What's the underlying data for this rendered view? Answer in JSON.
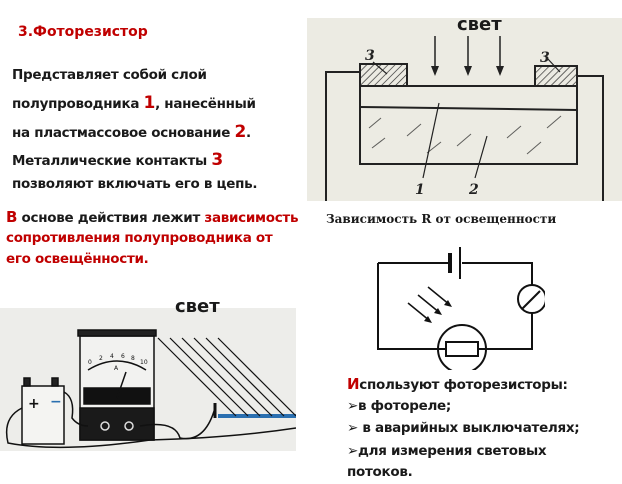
{
  "title": "3.Фоторезистор",
  "description": {
    "line1": "Представляет собой слой",
    "line2_a": "полупроводника ",
    "line2_num": "1",
    "line2_b": ", нанесённый",
    "line3_a": "на пластмассовое основание ",
    "line3_num": "2",
    "line3_b": ".",
    "line4_a": "Металлические  контакты ",
    "line4_num": "3",
    "line5": "позволяют включать его в цепь."
  },
  "principle": {
    "first_letter": "В",
    "text_a": " основе действия лежит ",
    "text_red1": "зависимость",
    "line2": "сопротивления полупроводника от",
    "line3": "его освещённости."
  },
  "structure_diagram": {
    "light_label": "свет",
    "contact_label_left": "3",
    "contact_label_right": "3",
    "semiconductor_label": "1",
    "base_label": "2"
  },
  "circuit_caption": "Зависимость R от освещенности",
  "experiment_image": {
    "light_label": "свет",
    "scale_ticks": [
      "0",
      "2",
      "4",
      "6",
      "8",
      "10"
    ],
    "unit": "A",
    "plus": "+",
    "minus": "−"
  },
  "uses": {
    "first_letter": "И",
    "heading_rest": "спользуют фоторезисторы:",
    "items": [
      "в фотореле;",
      " в аварийных выключателях;",
      "для измерения световых"
    ],
    "continuation": "потоков.",
    "bullet": "➢"
  },
  "colors": {
    "accent": "#c00000",
    "diagram_bg": "#ecebe3"
  }
}
